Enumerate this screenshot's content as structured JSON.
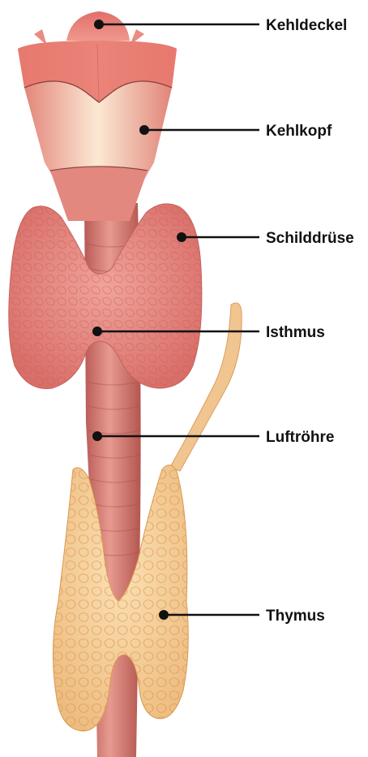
{
  "labels": {
    "epiglottis": "Kehldeckel",
    "larynx": "Kehlkopf",
    "thyroid": "Schilddrüse",
    "isthmus": "Isthmus",
    "trachea": "Luftröhre",
    "thymus": "Thymus"
  },
  "colors": {
    "larynx": "#e9877c",
    "larynx_light": "#f7ddc4",
    "thyroid": "#e5877f",
    "trachea": "#d9766f",
    "thymus": "#f3cf98",
    "leader": "#111111"
  }
}
